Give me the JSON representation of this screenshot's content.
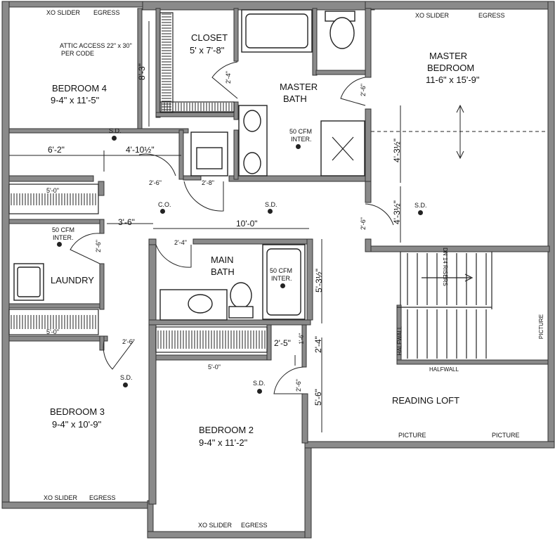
{
  "plan": {
    "rooms": {
      "bedroom4": {
        "name": "BEDROOM 4",
        "size": "9-4\" x 11'-5\""
      },
      "closet": {
        "name": "CLOSET",
        "size": "5' x 7'-8\""
      },
      "master_bath": {
        "name": "MASTER",
        "name2": "BATH"
      },
      "master_bedroom": {
        "name": "MASTER",
        "name2": "BEDROOM",
        "size": "11-6\" x 15'-9\""
      },
      "laundry": {
        "name": "LAUNDRY"
      },
      "main_bath": {
        "name": "MAIN",
        "name2": "BATH"
      },
      "bedroom3": {
        "name": "BEDROOM 3",
        "size": "9-4\" x 10'-9\""
      },
      "bedroom2": {
        "name": "BEDROOM 2",
        "size": "9-4\" x 11'-2\""
      },
      "reading_loft": {
        "name": "READING LOFT"
      }
    },
    "notes": {
      "xo_slider": "XO SLIDER",
      "egress": "EGRESS",
      "attic_line1": "ATTIC ACCESS 22\" x 30\"",
      "attic_line2": "PER CODE",
      "sd": "S.D.",
      "co": "C.O.",
      "fan": "50 CFM",
      "inter": "INTER.",
      "halfwall": "HALFWALL",
      "picture": "PICTURE",
      "stairs": "DN 14 RISERS"
    },
    "dims": {
      "d_8_3": "8'-3\"",
      "d_6_2": "6'-2\"",
      "d_4_10": "4'-10½\"",
      "d_2_4": "2'-4\"",
      "d_2_6": "2'-6\"",
      "d_2_8": "2'-8\"",
      "d_5_0": "5'-0\"",
      "d_3_6": "3'-6\"",
      "d_10_0": "10'-0\"",
      "d_4_3": "4'-3½\"",
      "d_5_3": "5'-3½\"",
      "d_2_5": "2'-5\"",
      "d_2_4b": "2'-4\"",
      "d_1_6": "1'-6\"",
      "d_5_6": "5'-6\""
    }
  }
}
